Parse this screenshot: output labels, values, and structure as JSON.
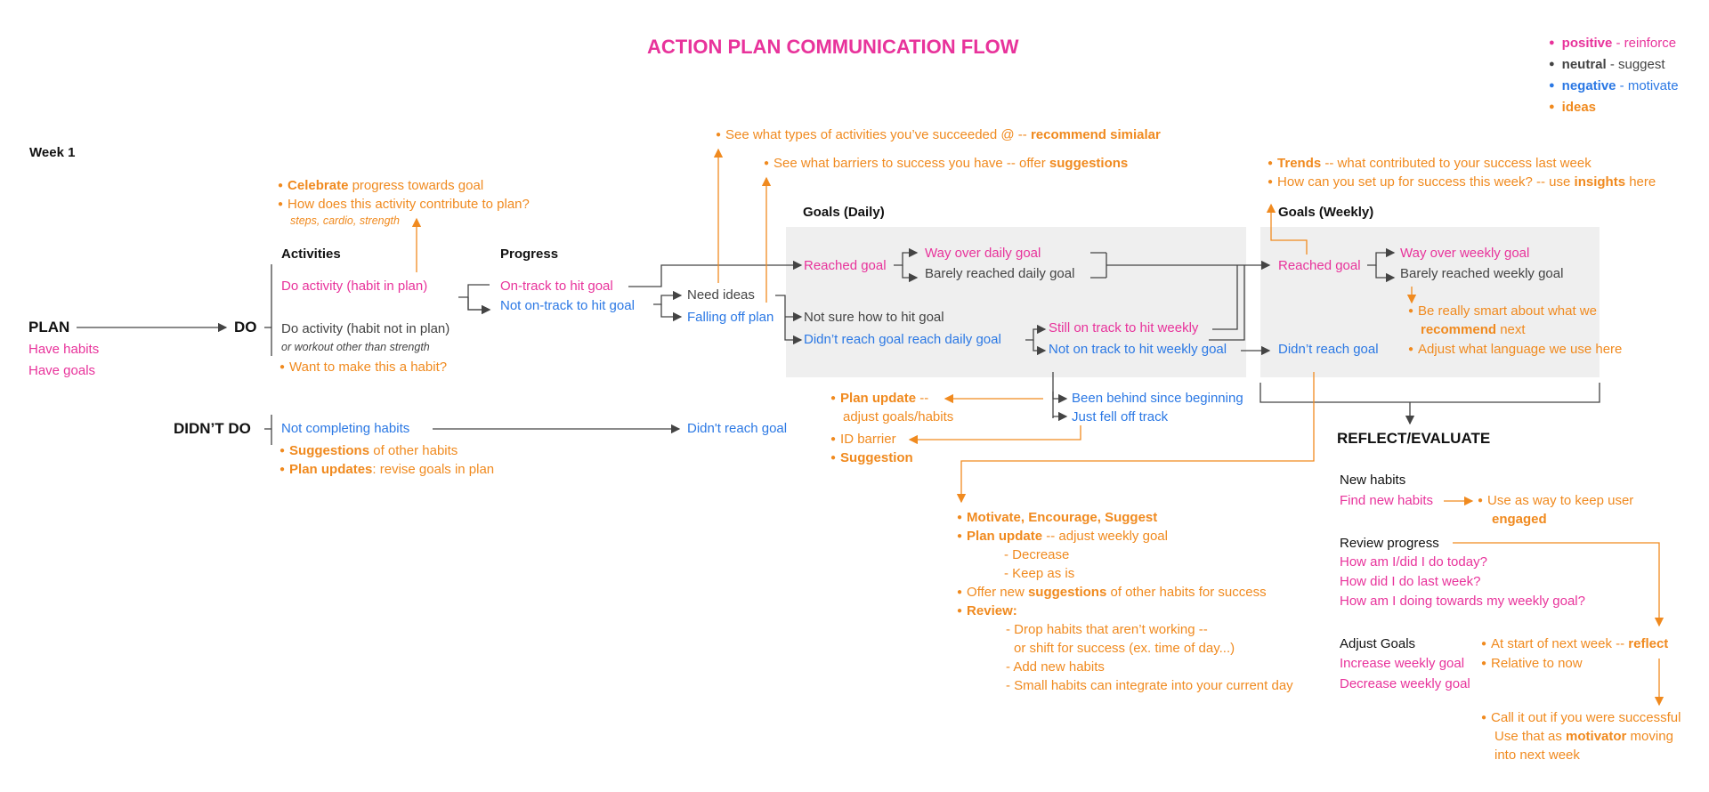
{
  "title": "ACTION PLAN COMMUNICATION FLOW",
  "legend": {
    "positive": "positive",
    "positive_note": " - reinforce",
    "neutral": "neutral",
    "neutral_note": " - suggest",
    "negative": "negative",
    "negative_note": " - motivate",
    "ideas": "ideas"
  },
  "week": "Week 1",
  "plan": {
    "label": "PLAN",
    "line1": "Have habits",
    "line2": "Have goals"
  },
  "do_label": "DO",
  "didnt_do_label": "DIDN’T DO",
  "activities": {
    "header": "Activities",
    "in_plan": "Do activity (habit in plan)",
    "not_in_plan": "Do activity (habit not in plan)",
    "not_in_plan_note": "or workout other than strength",
    "make_habit": "Want to make this a habit?",
    "celebrate_b": "Celebrate",
    "celebrate_r": " progress towards goal",
    "contribute": "How does this activity contribute to plan?",
    "contribute_note": "steps, cardio, strength"
  },
  "progress": {
    "header": "Progress",
    "on_track": "On-track to hit goal",
    "not_on_track": "Not on-track to hit goal"
  },
  "need_ideas": "Need ideas",
  "falling_off": "Falling off plan",
  "ideas_top": {
    "see_types": "See what types of activities you’ve succeeded @ -- ",
    "see_types_b": "recommend simialar",
    "barriers": "See what barriers to success you have -- offer ",
    "barriers_b": "suggestions"
  },
  "daily": {
    "header": "Goals (Daily)",
    "reached": "Reached goal",
    "way_over": "Way over daily goal",
    "barely": "Barely reached daily goal",
    "not_sure": "Not sure how to hit goal",
    "didnt_reach": "Didn’t reach goal reach daily goal",
    "still_on_track": "Still on track to hit weekly",
    "not_on_track_weekly": "Not on track to hit weekly goal",
    "behind": "Been behind since beginning",
    "just_fell": "Just fell off track"
  },
  "daily_ideas": {
    "plan_update_b": "Plan update",
    "plan_update_r": " --",
    "plan_update_2": "adjust goals/habits",
    "id_barrier": "ID barrier",
    "suggestion": "Suggestion"
  },
  "weekly": {
    "header": "Goals (Weekly)",
    "reached": "Reached goal",
    "way_over": "Way over weekly goal",
    "barely": "Barely reached weekly goal",
    "didnt_reach": "Didn’t reach goal",
    "trends_b": "Trends",
    "trends_r": " -- what contributed to your success last week",
    "setup": "How can you set up for success this week? -- use ",
    "setup_b": "insights",
    "setup_r": " here",
    "smart": "Be really smart about what we",
    "smart_b": "recommend",
    "smart_r": " next",
    "language": "Adjust what language we use here"
  },
  "not_completing": "Not completing habits",
  "didnt_reach_goal": "Didn't reach goal",
  "didnt_do_ideas": {
    "suggestions_b": "Suggestions",
    "suggestions_r": " of other habits",
    "plan_updates_b": "Plan updates",
    "plan_updates_r": ": revise goals in plan"
  },
  "weekly_miss": {
    "motivate": "Motivate, Encourage, Suggest",
    "plan_update_b": "Plan update",
    "plan_update_r": " -- adjust weekly goal",
    "decrease": "- Decrease",
    "keep": "- Keep as is",
    "offer": "Offer new ",
    "offer_b": "suggestions",
    "offer_r": " of other habits for success",
    "review": "Review:",
    "drop": "- Drop habits that aren’t working --",
    "shift": "or shift for success (ex. time of day...)",
    "add": "- Add new habits",
    "small": "- Small habits can integrate into your current day"
  },
  "reflect": {
    "header": "REFLECT/EVALUATE",
    "new_habits": "New habits",
    "find": "Find new habits",
    "engage": "Use as way to keep user",
    "engage_b": "engaged",
    "review": "Review progress",
    "q1": "How am I/did I do today?",
    "q2": "How did I do last week?",
    "q3": "How am I doing towards my weekly goal?",
    "adjust": "Adjust Goals",
    "increase": "Increase weekly goal",
    "decrease": "Decrease weekly goal",
    "start": "At start of next week -- ",
    "start_b": "reflect",
    "relative": "Relative to now",
    "call": "Call it out if you were successful",
    "use": "Use that as ",
    "use_b": "motivator",
    "use_r": " moving",
    "next": "into next week"
  },
  "colors": {
    "positive": "#e8339b",
    "neutral": "#444444",
    "negative": "#2b78e4",
    "ideas": "#f08a1f"
  }
}
